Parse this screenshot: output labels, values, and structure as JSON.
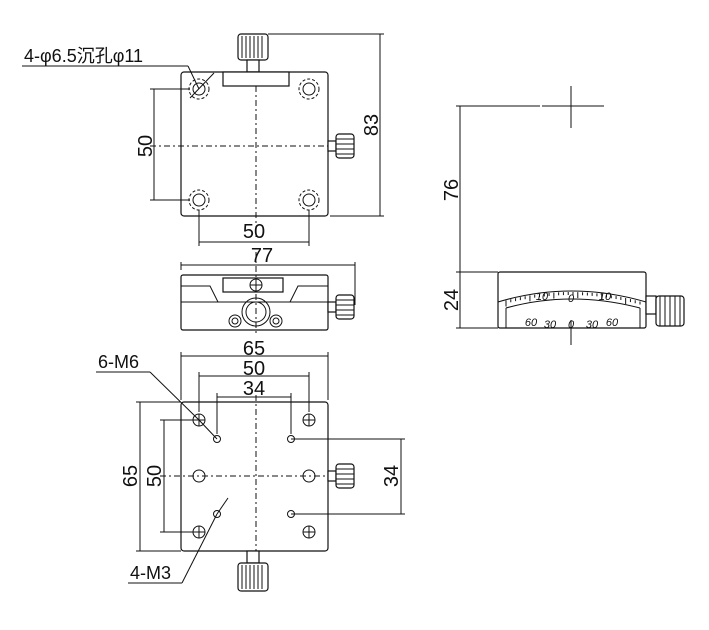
{
  "labels": {
    "top_holes": "4-φ6.5沉孔φ11",
    "bottom_m6": "6-M6",
    "bottom_m3": "4-M3"
  },
  "dimensions": {
    "top_width_50": "50",
    "top_height_50": "50",
    "top_height_83": "83",
    "front_width_77": "77",
    "side_height_76": "76",
    "side_height_24": "24",
    "bottom_width_65": "65",
    "bottom_width_50": "50",
    "bottom_width_34": "34",
    "bottom_height_65": "65",
    "bottom_height_50": "50",
    "bottom_right_34": "34"
  },
  "scale": {
    "upper": [
      "10",
      "0",
      "10"
    ],
    "lower": [
      "60",
      "30",
      "0",
      "30",
      "60"
    ]
  }
}
